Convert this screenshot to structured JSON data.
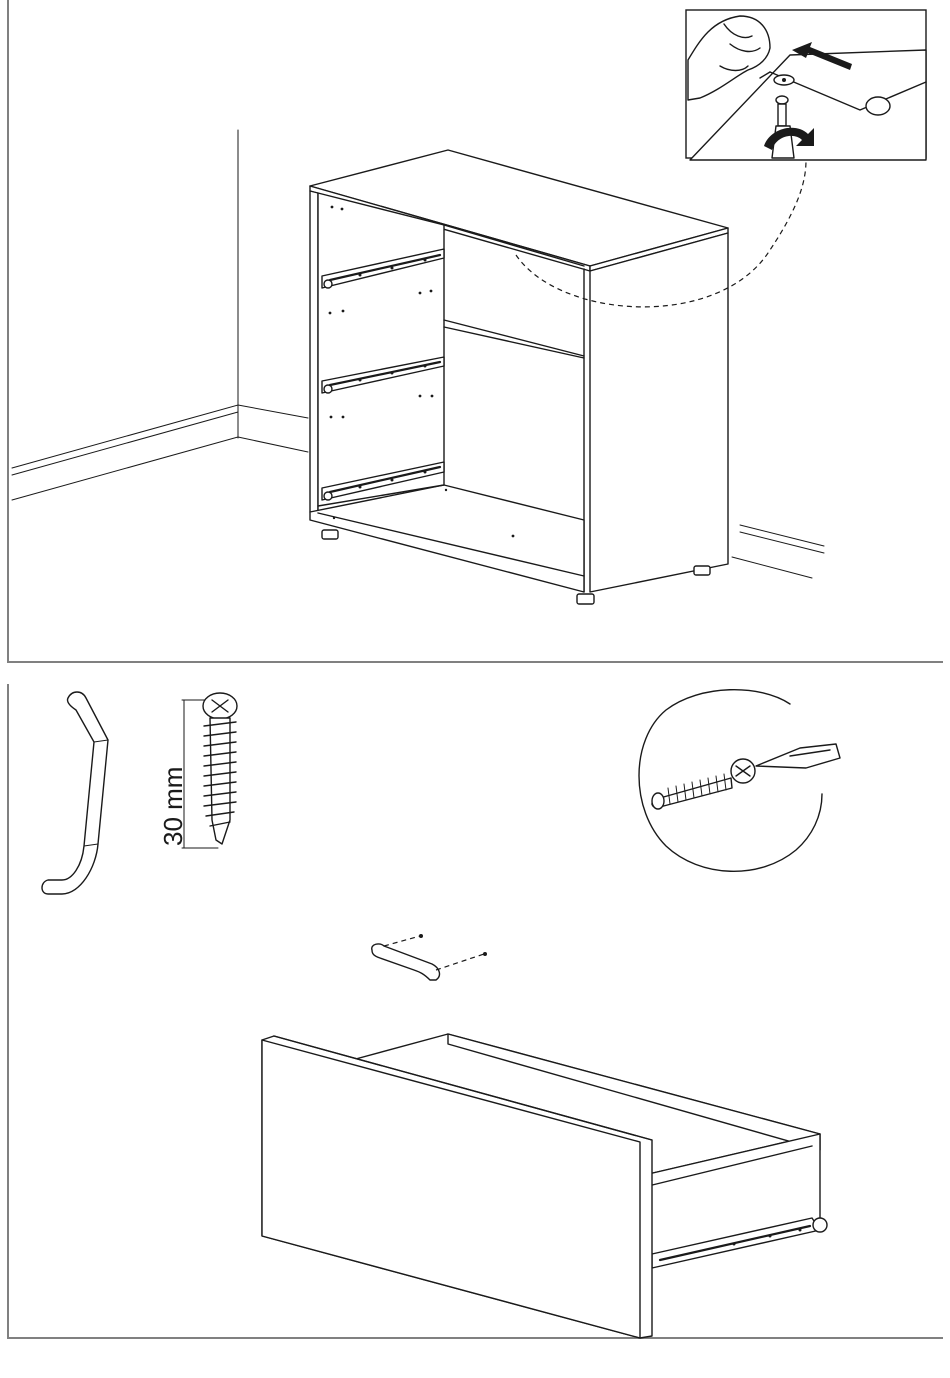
{
  "step_top": {
    "detail_arrow_icon": "arrow-left",
    "detail_rotation_icon": "rotation-arrow"
  },
  "step_bottom": {
    "screw_length_label": "30 mm",
    "detail_tool_icon": "screwdriver"
  },
  "colors": {
    "line": "#1a1a1a",
    "frame": "#808080",
    "background": "#ffffff"
  }
}
